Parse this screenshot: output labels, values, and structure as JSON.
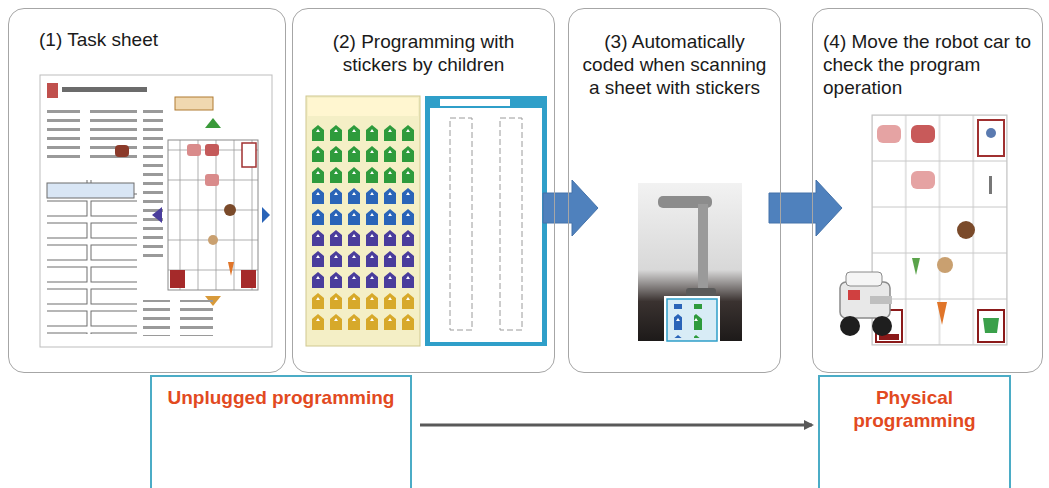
{
  "diagram": {
    "nodes": [
      {
        "text": [
          "(1) Task sheet"
        ]
      },
      {
        "text": [
          "(2) Programming with stickers by children"
        ]
      },
      {
        "text": [
          "(3) Automatically coded when scanning a sheet with stickers"
        ]
      },
      {
        "text": [
          "(4) Move the robot car to check the program operation"
        ]
      },
      {
        "text": [
          "Unplugged programming"
        ]
      },
      {
        "text": [
          "Physical programming"
        ]
      }
    ],
    "edges": [
      {
        "from": 1,
        "to": 2,
        "arrow": "to"
      },
      {
        "from": 2,
        "to": 3,
        "arrow": "to"
      },
      {
        "from": 4,
        "to": 5,
        "arrow": "to"
      }
    ]
  }
}
